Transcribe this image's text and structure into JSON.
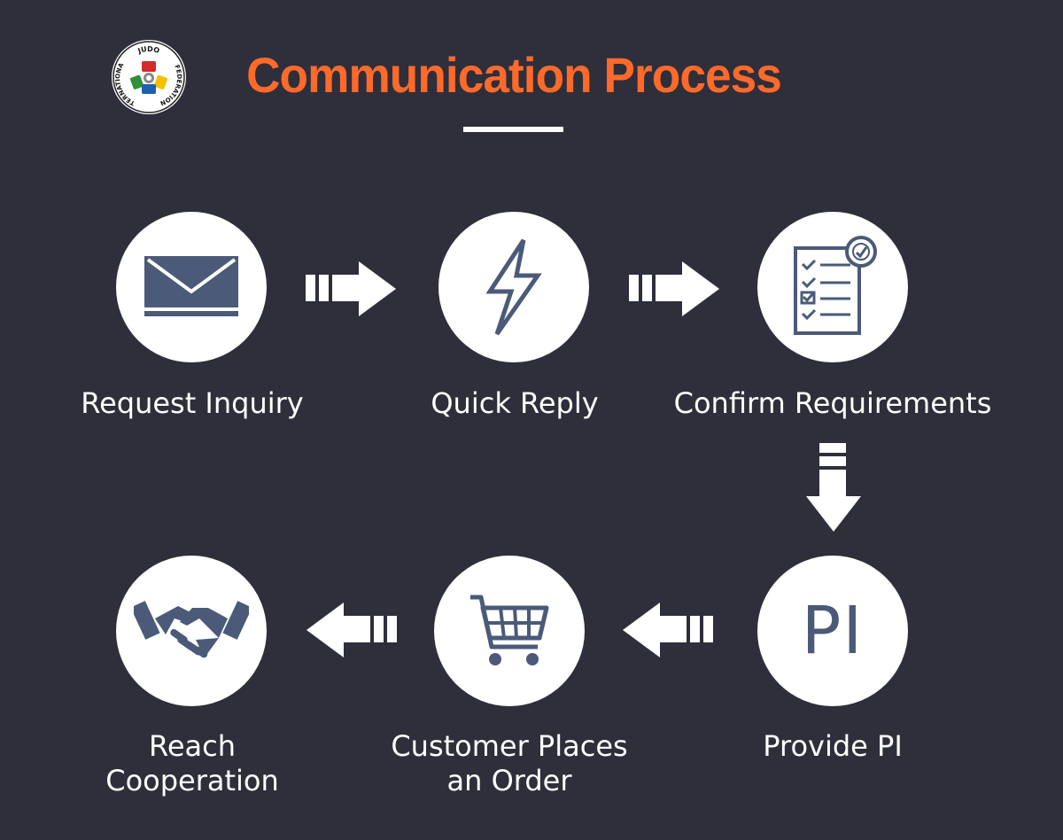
{
  "header": {
    "title": "Communication Process",
    "logo_lines": [
      "JUDO",
      "FEDERATION",
      "INTERNATIONAL"
    ]
  },
  "colors": {
    "background": "#2e2f3b",
    "title": "#ff6a2b",
    "circle": "#ffffff",
    "icon": "#4b5a78",
    "label": "#ffffff",
    "arrow": "#ffffff"
  },
  "steps": [
    {
      "label": "Request Inquiry",
      "icon": "envelope-icon"
    },
    {
      "label": "Quick Reply",
      "icon": "lightning-icon"
    },
    {
      "label": "Confirm Requirements",
      "icon": "checklist-icon"
    },
    {
      "label": "Provide PI",
      "icon": "pi-icon",
      "icon_text": "PI"
    },
    {
      "label_lines": [
        "Customer Places",
        "an Order"
      ],
      "icon": "shopping-cart-icon"
    },
    {
      "label_lines": [
        "Reach",
        "Cooperation"
      ],
      "icon": "handshake-icon"
    }
  ]
}
